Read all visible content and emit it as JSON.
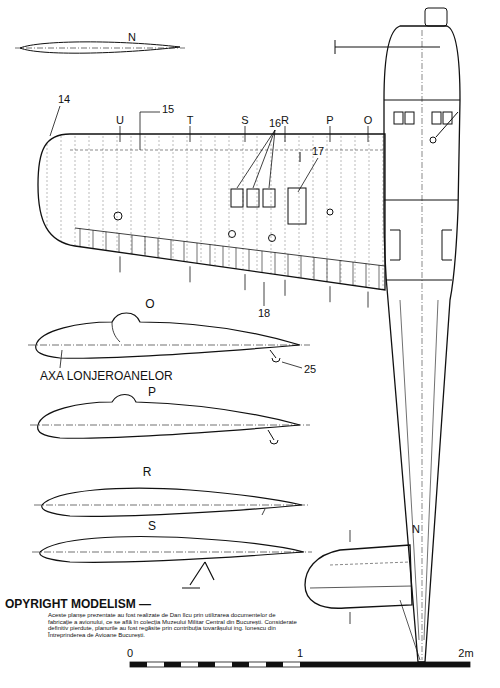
{
  "diagram": {
    "labels": [
      "N",
      "15",
      "14",
      "U",
      "T",
      "16",
      "S",
      "R",
      "17",
      "P",
      "O",
      "18",
      "O",
      "AXA LONJEROANELOR",
      "25",
      "P",
      "R",
      "S",
      "N",
      "OPYRIGHT MODELISM —",
      "Aceste planșe prezentate au fost realizate de Dan Ilcu prin utilizarea documentelor de fabricație a avionului, ce se află în colecția Muzeului Militar Central din București. Considerate definitiv pierdute, planurile au fost regăsite prin contribuția tovarășului ing. Ionescu din Întreprinderea de Avioane București.",
      "0",
      "1",
      "2m"
    ]
  }
}
